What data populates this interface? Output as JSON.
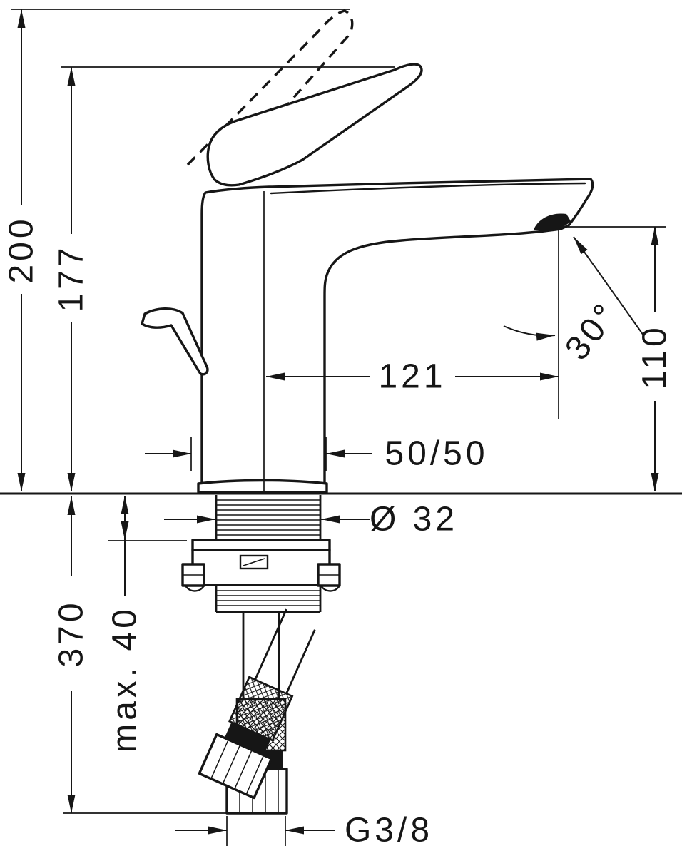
{
  "drawing": {
    "background_color": "#ffffff",
    "ink_color": "#161616",
    "dims": {
      "overall_height": "200",
      "spout_top_height": "177",
      "spout_reach": "121",
      "spout_angle": "30°",
      "outlet_height": "110",
      "center_split": "50/50",
      "hole_diameter": "Ø 32",
      "max_counter_thickness": "max. 40",
      "hose_length": "370",
      "connection_thread": "G3/8"
    }
  }
}
